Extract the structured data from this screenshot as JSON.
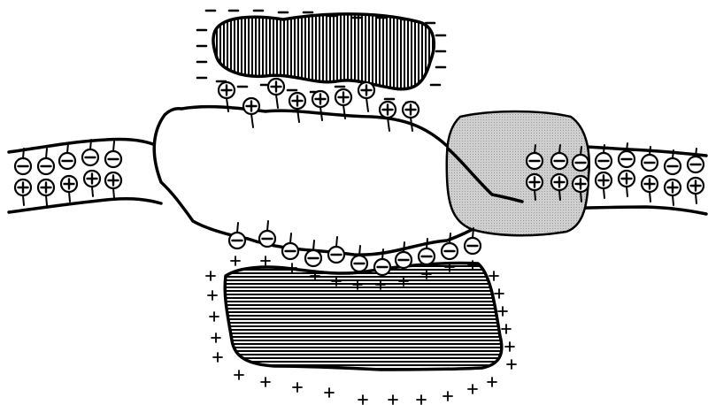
{
  "diagram": {
    "colors": {
      "ink": "#000000",
      "background": "#ffffff",
      "stippled_region": "#c8c8c8"
    },
    "icons": [
      "minus-sign-icon",
      "plus-sign-icon",
      "negative-ion-icon",
      "positive-ion-icon"
    ],
    "objects": [
      "negatively-charged-particle",
      "positively-charged-particle",
      "central-bubble",
      "stippled-particle",
      "left-channel-segment",
      "right-channel-segment"
    ]
  }
}
